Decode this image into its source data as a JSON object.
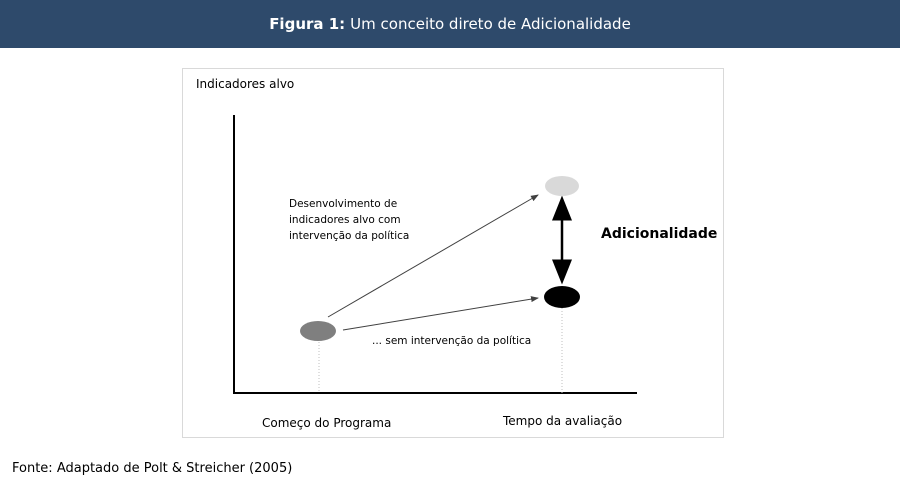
{
  "header": {
    "title_bold": "Figura 1:",
    "title_rest": "Um conceito direto de Adicionalidade",
    "background": "#2e4a6b"
  },
  "diagram": {
    "y_axis_label": "Indicadores alvo",
    "with_policy_label": [
      "Desenvolvimento de",
      "indicadores alvo com",
      "intervenção da política"
    ],
    "without_policy_label": "... sem intervenção da política",
    "additionality_label": "Adicionalidade",
    "x_start_label": "Começo do Programa",
    "x_end_label": "Tempo da avaliação",
    "colors": {
      "start_point": "#7f7f7f",
      "with_policy_point": "#d9d9d9",
      "without_policy_point": "#000000",
      "arrow": "#404040"
    }
  },
  "source": "Fonte: Adaptado de Polt & Streicher (2005)"
}
